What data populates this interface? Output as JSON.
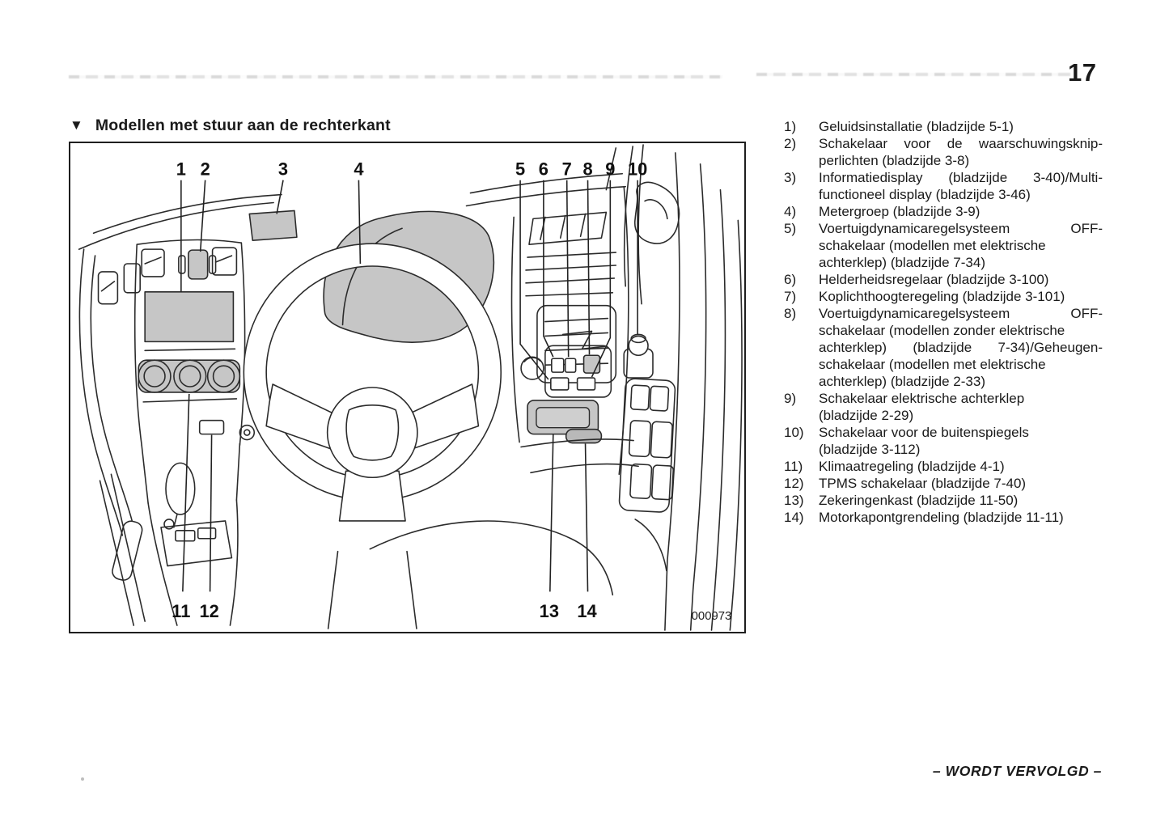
{
  "page": {
    "number": "17",
    "footer": "– WORDT VERVOLGD –"
  },
  "section": {
    "marker": "▼",
    "title": "Modellen met stuur aan de rechterkant"
  },
  "figure": {
    "code": "000973",
    "callouts_top": [
      "1",
      "2",
      "3",
      "4",
      "5",
      "6",
      "7",
      "8",
      "9",
      "10"
    ],
    "callouts_bottom": [
      "11",
      "12",
      "13",
      "14"
    ]
  },
  "legend": {
    "items": [
      {
        "num": "1)",
        "lines": [
          "Geluidsinstallatie (bladzijde 5-1)"
        ]
      },
      {
        "num": "2)",
        "lines": [
          "Schakelaar voor de waarschuwingsknip-",
          "perlichten (bladzijde 3-8)"
        ]
      },
      {
        "num": "3)",
        "lines": [
          "Informatiedisplay (bladzijde 3-40)/Multi-",
          "functioneel display (bladzijde 3-46)"
        ]
      },
      {
        "num": "4)",
        "lines": [
          "Metergroep (bladzijde 3-9)"
        ]
      },
      {
        "num": "5)",
        "lines": [
          "Voertuigdynamicaregelsysteem OFF-",
          "schakelaar (modellen met elektrische",
          "achterklep) (bladzijde 7-34)"
        ]
      },
      {
        "num": "6)",
        "lines": [
          "Helderheidsregelaar (bladzijde 3-100)"
        ]
      },
      {
        "num": "7)",
        "lines": [
          "Koplichthoogteregeling (bladzijde 3-101)"
        ]
      },
      {
        "num": "8)",
        "lines": [
          "Voertuigdynamicaregelsysteem OFF-",
          "schakelaar (modellen zonder elektrische",
          "achterklep) (bladzijde 7-34)/Geheugen-",
          "schakelaar (modellen met elektrische",
          "achterklep) (bladzijde 2-33)"
        ]
      },
      {
        "num": "9)",
        "lines": [
          "Schakelaar elektrische achterklep",
          "(bladzijde 2-29)"
        ]
      },
      {
        "num": "10)",
        "lines": [
          "Schakelaar voor de buitenspiegels",
          "(bladzijde 3-112)"
        ]
      },
      {
        "num": "11)",
        "lines": [
          "Klimaatregeling (bladzijde 4-1)"
        ]
      },
      {
        "num": "12)",
        "lines": [
          "TPMS schakelaar (bladzijde 7-40)"
        ]
      },
      {
        "num": "13)",
        "lines": [
          "Zekeringenkast (bladzijde 11-50)"
        ]
      },
      {
        "num": "14)",
        "lines": [
          "Motorkapontgrendeling (bladzijde 11-11)"
        ]
      }
    ]
  },
  "colors": {
    "shade": "#c6c6c6",
    "line": "#2b2b2b"
  }
}
